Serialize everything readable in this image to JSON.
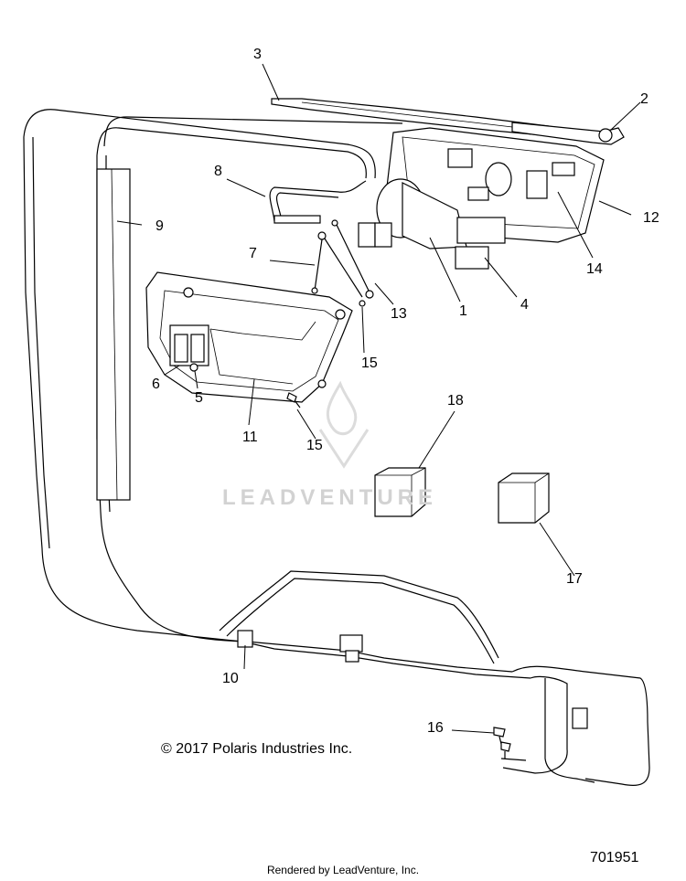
{
  "callouts": [
    {
      "id": "c1",
      "text": "1"
    },
    {
      "id": "c2",
      "text": "2"
    },
    {
      "id": "c3",
      "text": "3"
    },
    {
      "id": "c4",
      "text": "4"
    },
    {
      "id": "c5",
      "text": "5"
    },
    {
      "id": "c6",
      "text": "6"
    },
    {
      "id": "c7",
      "text": "7"
    },
    {
      "id": "c8",
      "text": "8"
    },
    {
      "id": "c9",
      "text": "9"
    },
    {
      "id": "c10",
      "text": "10"
    },
    {
      "id": "c11",
      "text": "11"
    },
    {
      "id": "c12",
      "text": "12"
    },
    {
      "id": "c13",
      "text": "13"
    },
    {
      "id": "c14",
      "text": "14"
    },
    {
      "id": "c15a",
      "text": "15"
    },
    {
      "id": "c15b",
      "text": "15"
    },
    {
      "id": "c16",
      "text": "16"
    },
    {
      "id": "c17",
      "text": "17"
    },
    {
      "id": "c18",
      "text": "18"
    }
  ],
  "copyright": "© 2017 Polaris Industries Inc.",
  "document_number": "701951",
  "footer": "Rendered by LeadVenture, Inc.",
  "watermark": "LEADVENTURE"
}
